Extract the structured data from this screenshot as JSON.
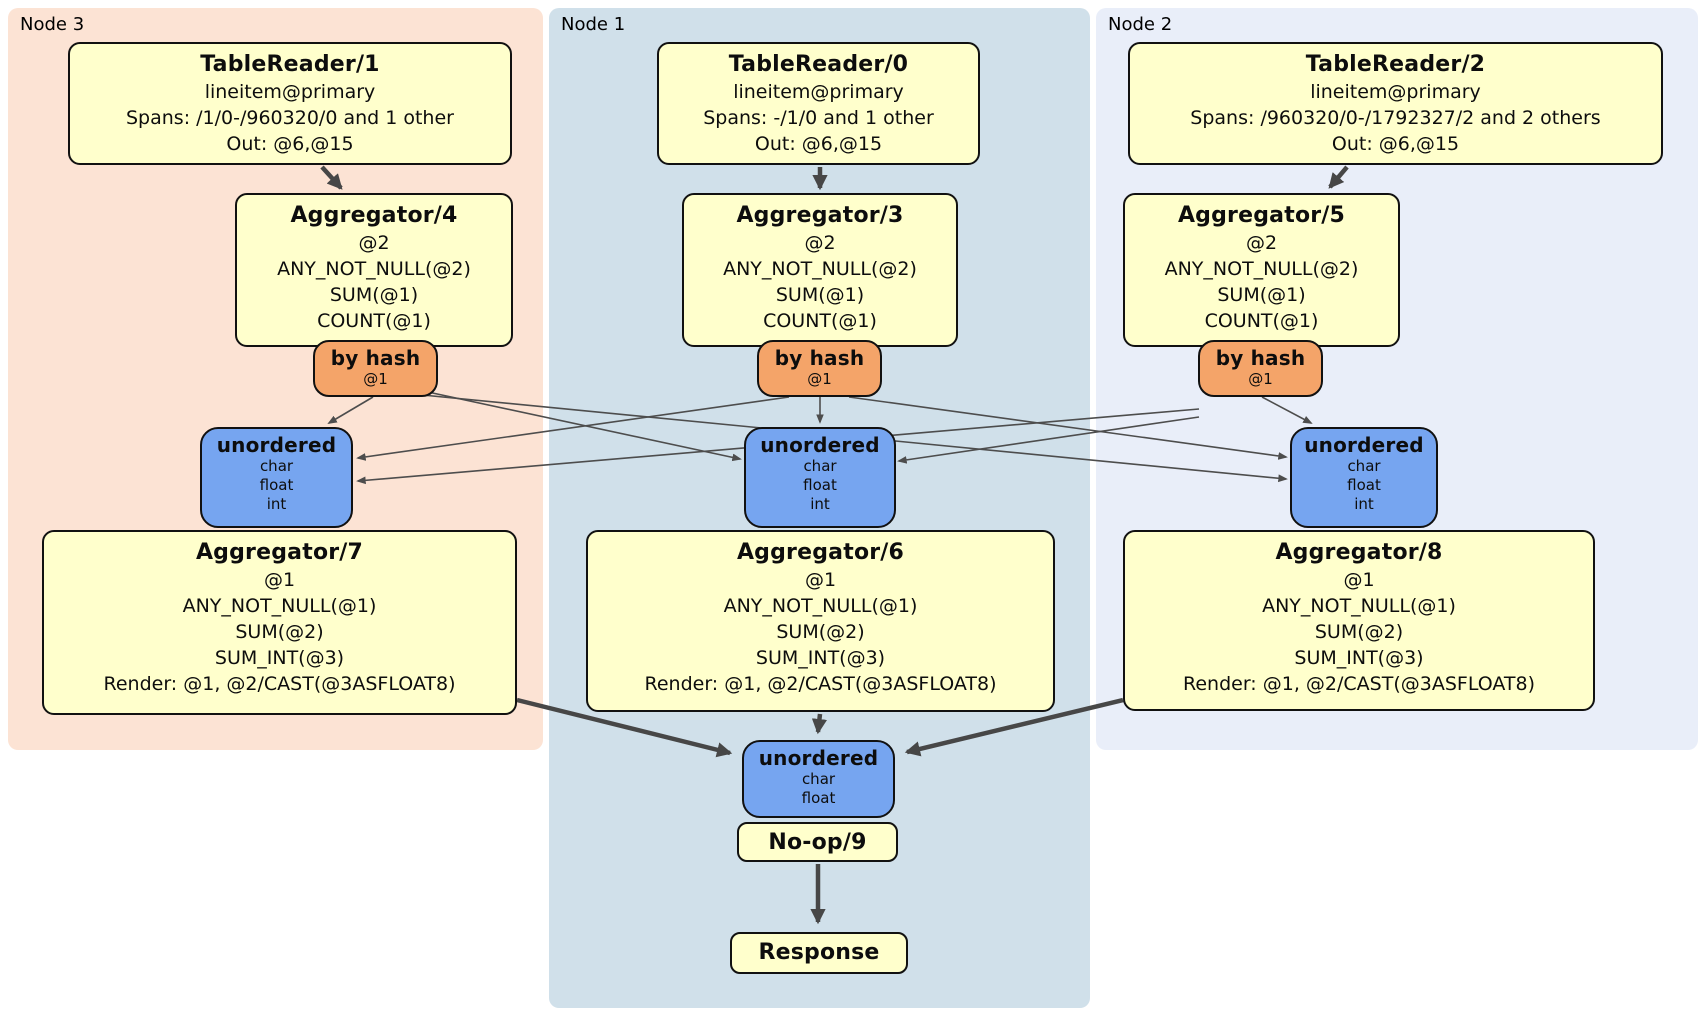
{
  "colors": {
    "panel-node3": "#fce3d4",
    "panel-node1": "#d0e0ea",
    "panel-node2": "#e9eef9",
    "box-fill": "#ffffcc",
    "router-fill": "#f4a469",
    "sync-fill": "#76a5f0",
    "edge": "#474747"
  },
  "nodes": [
    {
      "label": "Node 3",
      "reader": {
        "title": "TableReader/1",
        "lines": [
          "lineitem@primary",
          "Spans: /1/0-/960320/0 and 1 other",
          "Out: @6,@15"
        ]
      },
      "aggregator_top": {
        "title": "Aggregator/4",
        "lines": [
          "@2",
          "ANY_NOT_NULL(@2)",
          "SUM(@1)",
          "COUNT(@1)"
        ]
      },
      "router": {
        "title": "by hash",
        "lines": [
          "@1"
        ]
      },
      "sync": {
        "title": "unordered",
        "lines": [
          "char",
          "float",
          "int"
        ]
      },
      "aggregator_bottom": {
        "title": "Aggregator/7",
        "lines": [
          "@1",
          "ANY_NOT_NULL(@1)",
          "SUM(@2)",
          "SUM_INT(@3)",
          "Render: @1, @2/CAST(@3ASFLOAT8)"
        ]
      }
    },
    {
      "label": "Node 1",
      "reader": {
        "title": "TableReader/0",
        "lines": [
          "lineitem@primary",
          "Spans: -/1/0 and 1 other",
          "Out: @6,@15"
        ]
      },
      "aggregator_top": {
        "title": "Aggregator/3",
        "lines": [
          "@2",
          "ANY_NOT_NULL(@2)",
          "SUM(@1)",
          "COUNT(@1)"
        ]
      },
      "router": {
        "title": "by hash",
        "lines": [
          "@1"
        ]
      },
      "sync": {
        "title": "unordered",
        "lines": [
          "char",
          "float",
          "int"
        ]
      },
      "aggregator_bottom": {
        "title": "Aggregator/6",
        "lines": [
          "@1",
          "ANY_NOT_NULL(@1)",
          "SUM(@2)",
          "SUM_INT(@3)",
          "Render: @1, @2/CAST(@3ASFLOAT8)"
        ]
      }
    },
    {
      "label": "Node 2",
      "reader": {
        "title": "TableReader/2",
        "lines": [
          "lineitem@primary",
          "Spans: /960320/0-/1792327/2 and 2 others",
          "Out: @6,@15"
        ]
      },
      "aggregator_top": {
        "title": "Aggregator/5",
        "lines": [
          "@2",
          "ANY_NOT_NULL(@2)",
          "SUM(@1)",
          "COUNT(@1)"
        ]
      },
      "router": {
        "title": "by hash",
        "lines": [
          "@1"
        ]
      },
      "sync": {
        "title": "unordered",
        "lines": [
          "char",
          "float",
          "int"
        ]
      },
      "aggregator_bottom": {
        "title": "Aggregator/8",
        "lines": [
          "@1",
          "ANY_NOT_NULL(@1)",
          "SUM(@2)",
          "SUM_INT(@3)",
          "Render: @1, @2/CAST(@3ASFLOAT8)"
        ]
      }
    }
  ],
  "final": {
    "sync": {
      "title": "unordered",
      "lines": [
        "char",
        "float"
      ]
    },
    "noop": {
      "title": "No-op/9"
    },
    "response": {
      "title": "Response"
    }
  }
}
